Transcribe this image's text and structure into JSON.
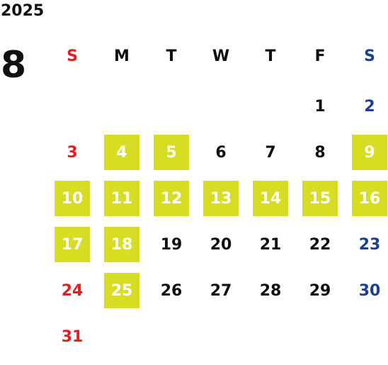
{
  "calendar": {
    "year": "2025",
    "month": "8",
    "weekdays": [
      "S",
      "M",
      "T",
      "W",
      "T",
      "F",
      "S"
    ],
    "colors": {
      "sunday": "#e02020",
      "saturday": "#1d3f94",
      "highlight": "#d6dd22",
      "text": "#111111"
    },
    "weeks": [
      [
        null,
        null,
        null,
        null,
        null,
        {
          "d": "1",
          "hl": false
        },
        {
          "d": "2",
          "hl": false
        }
      ],
      [
        {
          "d": "3",
          "hl": false
        },
        {
          "d": "4",
          "hl": true
        },
        {
          "d": "5",
          "hl": true
        },
        {
          "d": "6",
          "hl": false
        },
        {
          "d": "7",
          "hl": false
        },
        {
          "d": "8",
          "hl": false
        },
        {
          "d": "9",
          "hl": true
        }
      ],
      [
        {
          "d": "10",
          "hl": true
        },
        {
          "d": "11",
          "hl": true
        },
        {
          "d": "12",
          "hl": true
        },
        {
          "d": "13",
          "hl": true
        },
        {
          "d": "14",
          "hl": true
        },
        {
          "d": "15",
          "hl": true
        },
        {
          "d": "16",
          "hl": true
        }
      ],
      [
        {
          "d": "17",
          "hl": true
        },
        {
          "d": "18",
          "hl": true
        },
        {
          "d": "19",
          "hl": false
        },
        {
          "d": "20",
          "hl": false
        },
        {
          "d": "21",
          "hl": false
        },
        {
          "d": "22",
          "hl": false
        },
        {
          "d": "23",
          "hl": false
        }
      ],
      [
        {
          "d": "24",
          "hl": false
        },
        {
          "d": "25",
          "hl": true
        },
        {
          "d": "26",
          "hl": false
        },
        {
          "d": "27",
          "hl": false
        },
        {
          "d": "28",
          "hl": false
        },
        {
          "d": "29",
          "hl": false
        },
        {
          "d": "30",
          "hl": false
        }
      ],
      [
        {
          "d": "31",
          "hl": false
        },
        null,
        null,
        null,
        null,
        null,
        null
      ]
    ]
  }
}
